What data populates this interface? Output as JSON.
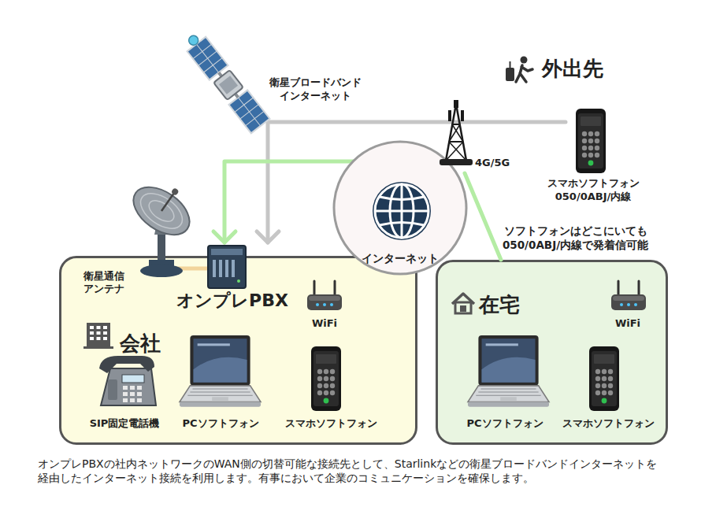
{
  "diagram": {
    "caption": "オンプレPBXの社内ネットワークのWAN側の切替可能な接続先として、Starlinkなどの衛星ブロードバンドインターネットを 経由したインターネット接続を利用します。有事において企業のコミュニケーションを確保します。",
    "nodes": [
      {
        "text": [
          "4G/5G"
        ]
      },
      {
        "text": [
          "スマホソフトフォン 050/0ABJ/内線"
        ]
      },
      {
        "text": [
          "インターネット"
        ]
      },
      {
        "text": [
          "会社"
        ]
      },
      {
        "text": [
          "オンプレPBX"
        ],
        "in": 3
      },
      {
        "text": [
          "在宅"
        ]
      }
    ],
    "edges": [
      {
        "from": 1,
        "to": 4,
        "arrow": "to"
      },
      {
        "from": 0,
        "to": 4,
        "arrow": "to"
      },
      {
        "from": 0,
        "to": 5,
        "arrow": "none"
      }
    ],
    "labels": [
      "衛星ブロードバンド インターネット",
      "外出先",
      "ソフトフォンはどこにいても 050/0ABJ/内線で発着信可能",
      "衛星通信 アンテナ",
      "WiFi",
      "SIP固定電話機",
      "PCソフトフォン",
      "スマホソフトフォン",
      "WiFi",
      "PCソフトフォン",
      "スマホソフトフォン"
    ]
  }
}
